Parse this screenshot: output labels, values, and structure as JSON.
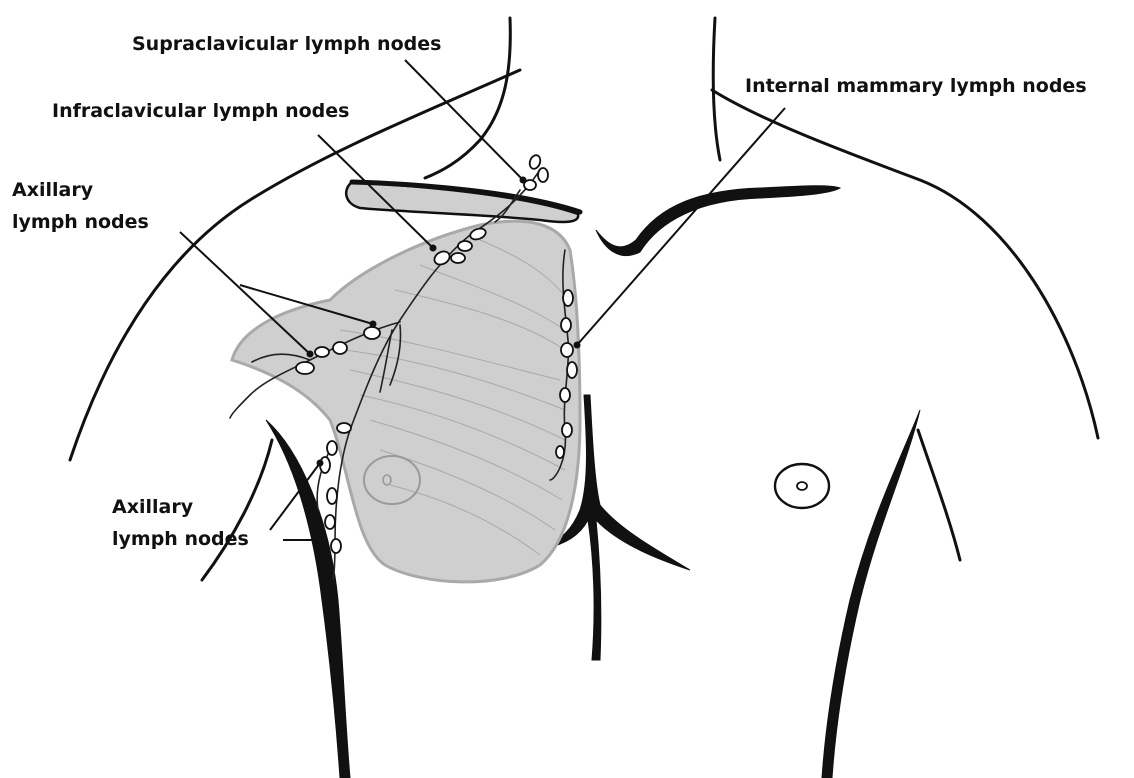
{
  "labels": {
    "supraclavicular": "Supraclavicular lymph nodes",
    "infraclavicular": "Infraclavicular lymph nodes",
    "internal_mammary": "Internal mammary lymph nodes",
    "axillary_upper_line1": "Axillary",
    "axillary_upper_line2": "lymph nodes",
    "axillary_lower_line1": "Axillary",
    "axillary_lower_line2": "lymph nodes"
  },
  "colors": {
    "breast_fill": "#cfcfcf",
    "outline": "#111111",
    "node_fill": "#ffffff",
    "fiber": "#a9a9a9"
  }
}
